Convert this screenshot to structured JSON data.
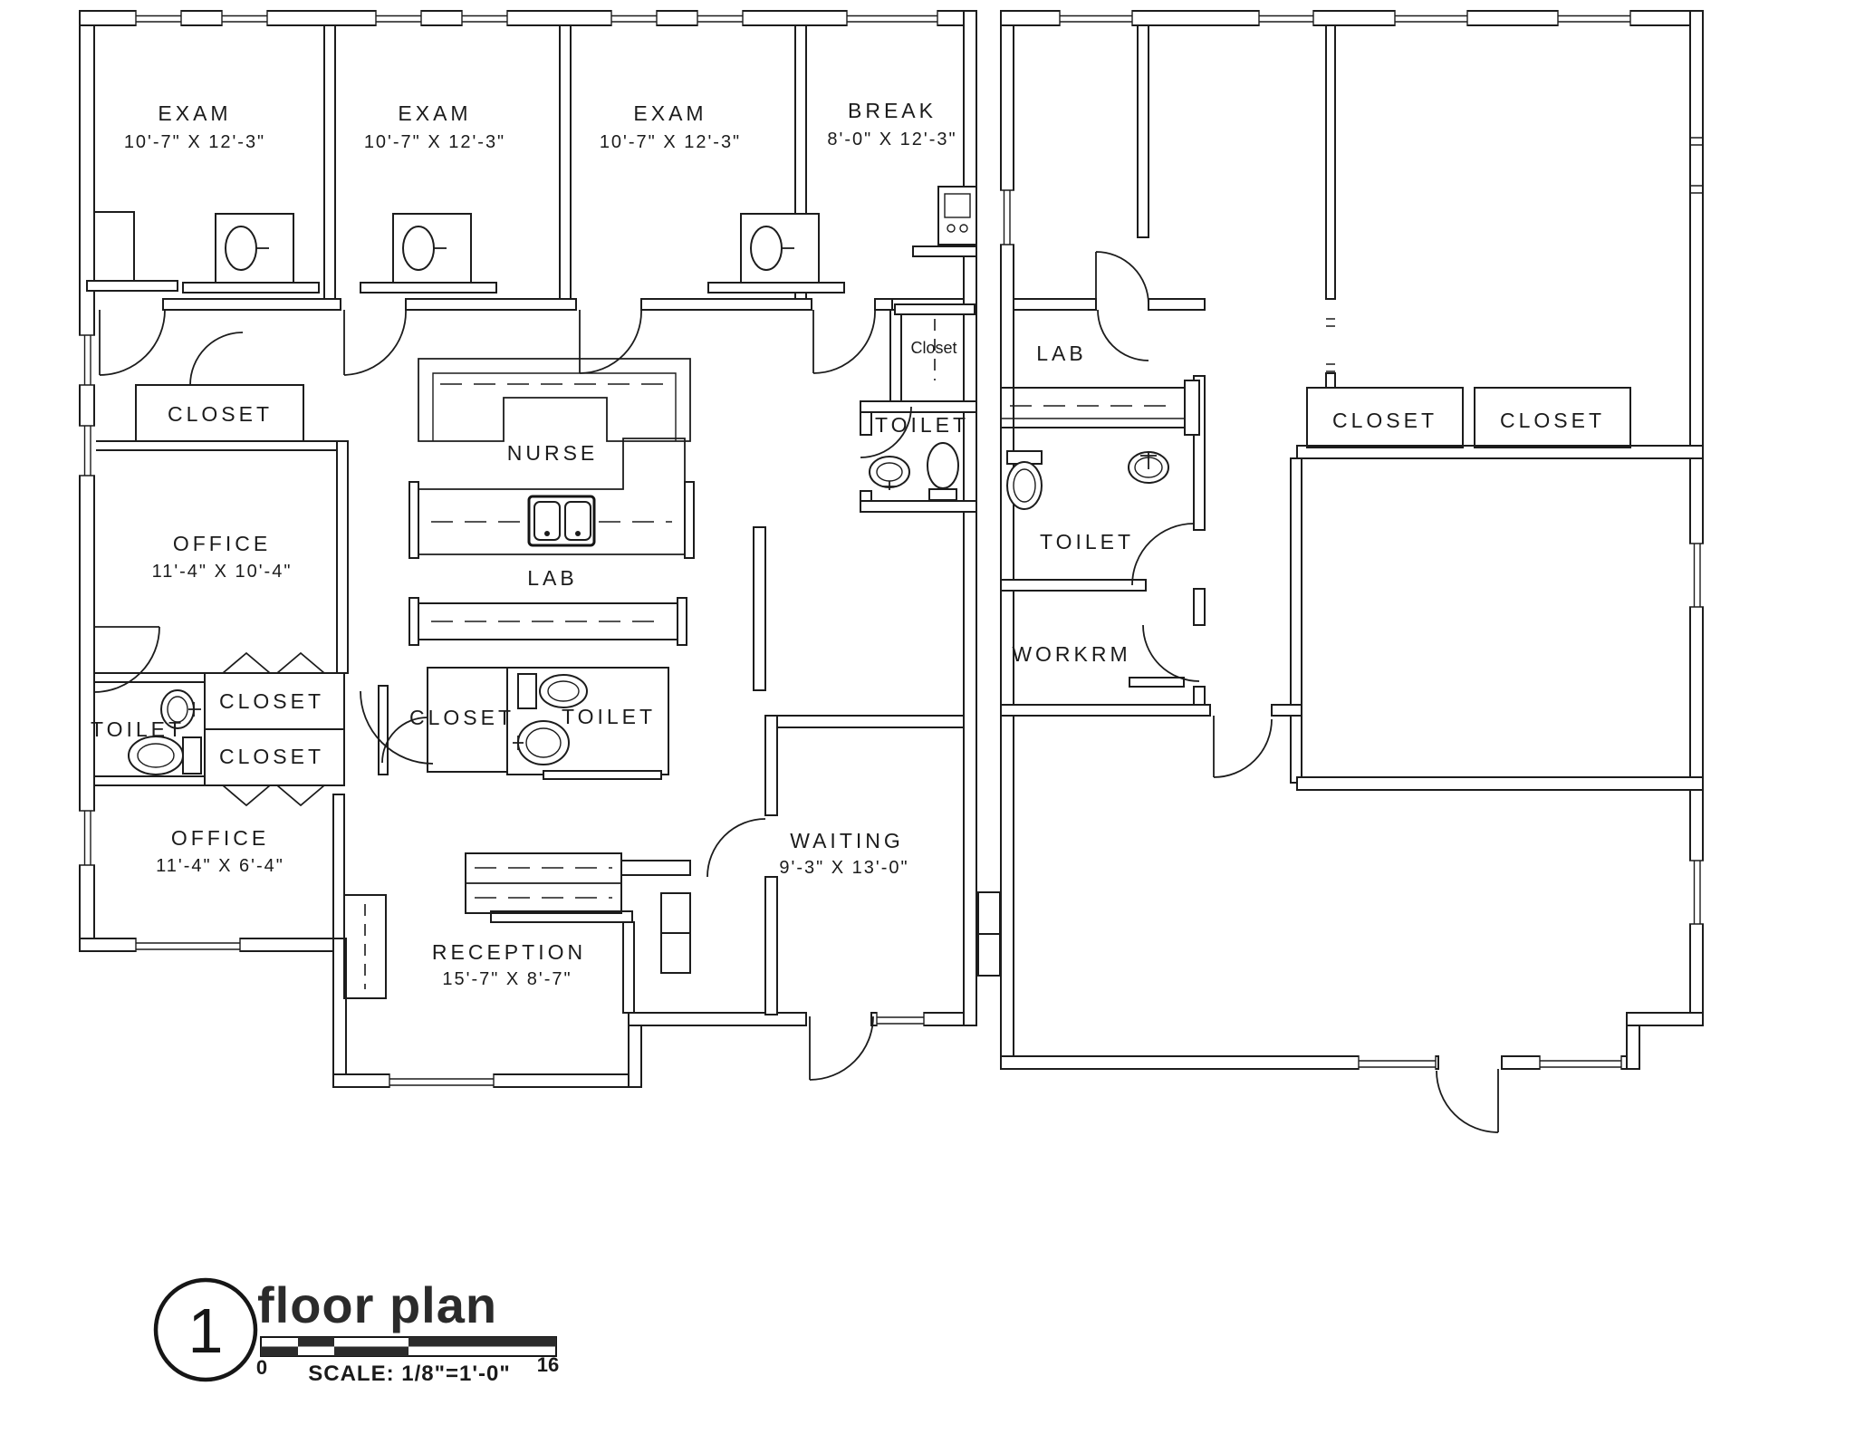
{
  "sheet": {
    "callout_number": "1",
    "title": "floor plan",
    "scale_note": "SCALE: 1/8\"=1'-0\"",
    "scale_start": "0",
    "scale_end": "16"
  },
  "rooms": {
    "exam_1": {
      "label": "EXAM",
      "dims": "10'-7\" X 12'-3\""
    },
    "exam_2": {
      "label": "EXAM",
      "dims": "10'-7\" X 12'-3\""
    },
    "exam_3": {
      "label": "EXAM",
      "dims": "10'-7\" X 12'-3\""
    },
    "break_room": {
      "label": "BREAK",
      "dims": "8'-0\" X 12'-3\""
    },
    "break_closet": {
      "label": "Closet"
    },
    "hall_closet": {
      "label": "CLOSET"
    },
    "nurse": {
      "label": "NURSE"
    },
    "lab_center": {
      "label": "LAB"
    },
    "office_upper": {
      "label": "OFFICE",
      "dims": "11'-4\" X 10'-4\""
    },
    "toilet_left": {
      "label": "TOILET"
    },
    "closet_stack_upper": {
      "label": "CLOSET"
    },
    "closet_stack_lower": {
      "label": "CLOSET"
    },
    "closet_center": {
      "label": "CLOSET"
    },
    "toilet_center": {
      "label": "TOILET"
    },
    "office_lower": {
      "label": "OFFICE",
      "dims": "11'-4\" X 6'-4\""
    },
    "toilet_hall": {
      "label": "TOILET"
    },
    "waiting": {
      "label": "WAITING",
      "dims": "9'-3\" X 13'-0\""
    },
    "reception": {
      "label": "RECEPTION",
      "dims": "15'-7\" X 8'-7\""
    },
    "lab_right": {
      "label": "LAB"
    },
    "toilet_right": {
      "label": "TOILET"
    },
    "workroom": {
      "label": "WORKRM"
    },
    "closet_right_1": {
      "label": "CLOSET"
    },
    "closet_right_2": {
      "label": "CLOSET"
    }
  }
}
